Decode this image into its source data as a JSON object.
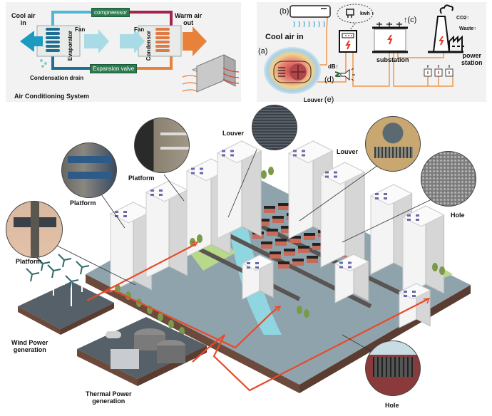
{
  "ac_panel": {
    "title": "Air Conditioning System",
    "cool_air_in": [
      "Cool air",
      "in"
    ],
    "warm_air_out": [
      "Warm air",
      "out"
    ],
    "compressor": "compreessor",
    "expansion_valve": "Expansion valve",
    "evaporator": "Evaporator",
    "condensor": "Condensor",
    "fan_left": "Fan",
    "fan_right": "Fan",
    "condensation_drain": "Condensation drain",
    "colors": {
      "cool": "#1b9bbf",
      "warm": "#e8823a",
      "pipe_hot": "#a3234a",
      "valve": "#2e7a4f"
    }
  },
  "grid_panel": {
    "label_a": "(a)",
    "label_b": "(b)",
    "label_c": "(c)",
    "label_d": "(d)",
    "label_e": "(e)",
    "cool_air_in": "Cool air in",
    "kwh": "kwh",
    "db": "dB",
    "louver": "Louver",
    "substation": "substation",
    "power_station": [
      "power",
      "station"
    ],
    "co2": "CO2",
    "waste": "Waste",
    "up_arrow": "↑",
    "colors": {
      "wire": "#f0964a",
      "bolt": "#e03a2a"
    }
  },
  "city": {
    "callouts": [
      {
        "id": "platform-1",
        "label": "Platform"
      },
      {
        "id": "platform-2",
        "label": "Platform"
      },
      {
        "id": "platform-3",
        "label": "Platform"
      },
      {
        "id": "louver-1",
        "label": "Louver"
      },
      {
        "id": "louver-2",
        "label": "Louver"
      },
      {
        "id": "hole-1",
        "label": "Hole"
      },
      {
        "id": "hole-2",
        "label": "Hole"
      }
    ],
    "wind_label": [
      "Wind Power",
      "generation"
    ],
    "thermal_label": [
      "Thermal Power",
      "generation"
    ],
    "colors": {
      "power_line": "#e84a2a",
      "ground": "#8fa3ad",
      "soil": "#6b4a3c",
      "river": "#8fd6e0",
      "grass": "#b8d88a"
    }
  }
}
